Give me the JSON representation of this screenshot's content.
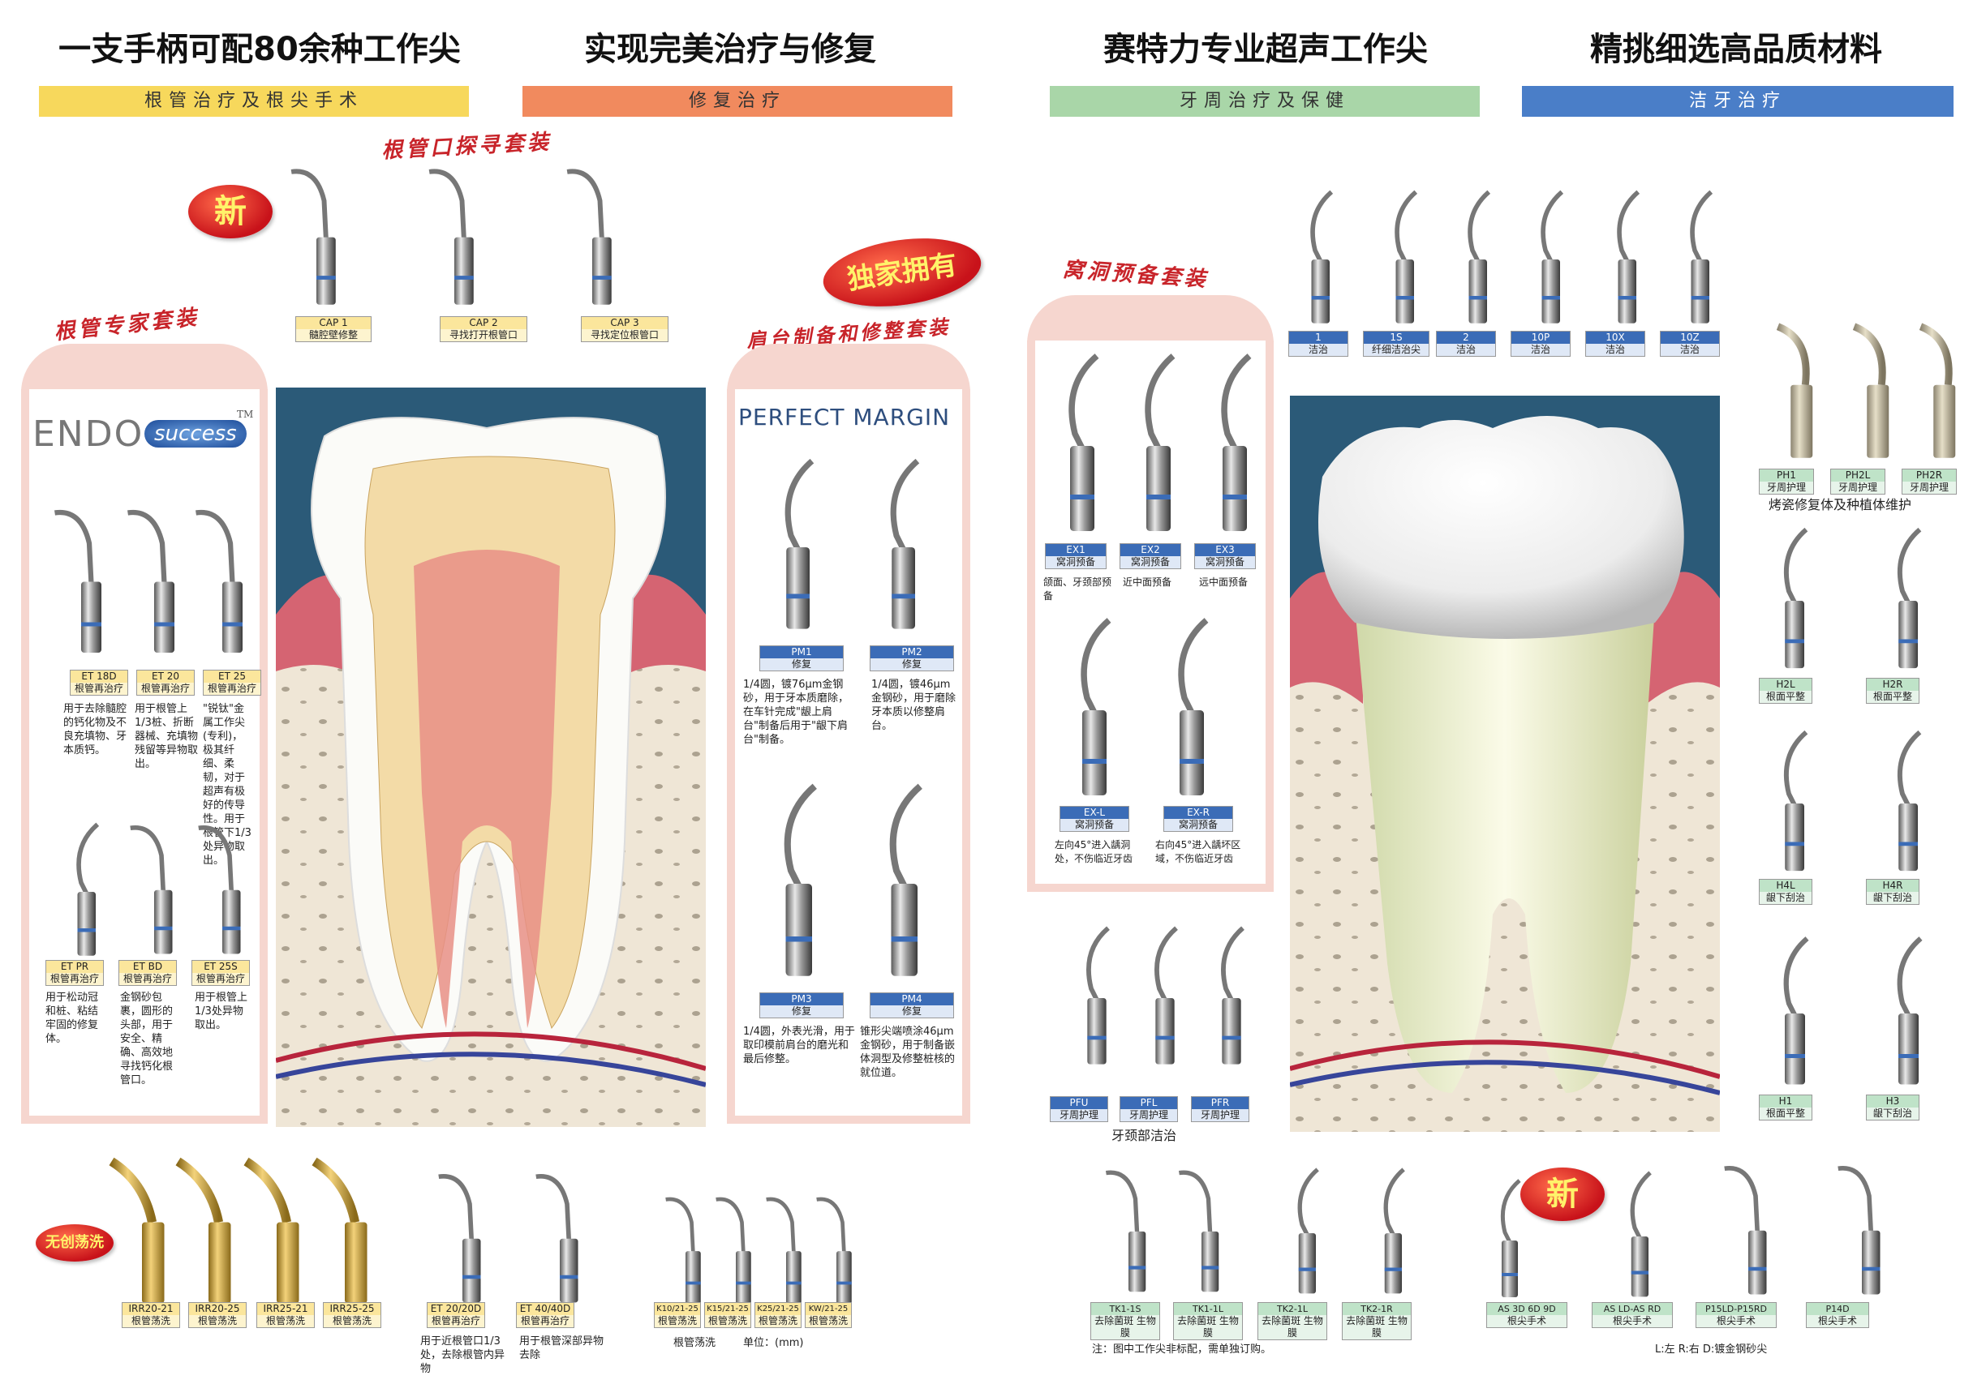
{
  "headlines": [
    "一支手柄可配80余种工作尖",
    "实现完美治疗与修复",
    "赛特力专业超声工作尖",
    "精挑细选高品质材料"
  ],
  "banners": [
    {
      "label": "根管治疗及根尖手术",
      "color": "#f7d85c"
    },
    {
      "label": "修复治疗",
      "color": "#f18a5e"
    },
    {
      "label": "牙周治疗及保健",
      "color": "#a9d6a8"
    },
    {
      "label": "洁牙治疗",
      "color": "#4a7ec8"
    }
  ],
  "sections": {
    "cap_kit": "根管口探寻套装",
    "endo_kit": "根管专家套装",
    "margin_kit": "肩台制备和修整套装",
    "cavity_kit": "窝洞预备套装"
  },
  "badges": {
    "new_1": "新",
    "exclusive": "独家拥有",
    "new_2": "新",
    "irrigation": "无创荡洗"
  },
  "brands": {
    "endo_prefix": "ENDO",
    "endo_suffix": "success",
    "tm": "TM",
    "perfect_margin": "PERFECT MARGIN"
  },
  "cap_tips": [
    {
      "code": "CAP 1",
      "desc": "髓腔壁修整"
    },
    {
      "code": "CAP 2",
      "desc": "寻找打开根管口"
    },
    {
      "code": "CAP 3",
      "desc": "寻找定位根管口"
    }
  ],
  "endo_tips_top": [
    {
      "code": "ET 18D",
      "desc": "根管再治疗",
      "text": "用于去除髓腔的钙化物及不良充填物、牙本质钙。"
    },
    {
      "code": "ET 20",
      "desc": "根管再治疗",
      "text": "用于根管上1/3桩、折断器械、充填物残留等异物取出。"
    },
    {
      "code": "ET 25",
      "desc": "根管再治疗",
      "text": "\"锐钛\"金属工作尖(专利)，极其纤细、柔韧，对于超声有极好的传导性。用于根管下1/3处异物取出。"
    }
  ],
  "endo_tips_bottom": [
    {
      "code": "ET PR",
      "desc": "根管再治疗",
      "text": "用于松动冠和桩、粘结牢固的修复体。"
    },
    {
      "code": "ET BD",
      "desc": "根管再治疗",
      "text": "金钢砂包裹，圆形的头部，用于安全、精确、高效地寻找钙化根管口。"
    },
    {
      "code": "ET 25S",
      "desc": "根管再治疗",
      "text": "用于根管上1/3处异物取出。"
    }
  ],
  "pm_tips": [
    {
      "code": "PM1",
      "desc": "修复",
      "text": "1/4圆，镀76μm金钢砂，用于牙本质磨除，在车针完成\"龈上肩台\"制备后用于\"龈下肩台\"制备。"
    },
    {
      "code": "PM2",
      "desc": "修复",
      "text": "1/4圆，镀46μm金钢砂，用于磨除牙本质以修整肩台。"
    },
    {
      "code": "PM3",
      "desc": "修复",
      "text": "1/4圆，外表光滑，用于取印模前肩台的磨光和最后修整。"
    },
    {
      "code": "PM4",
      "desc": "修复",
      "text": "锥形尖端喷涂46μm金钢砂，用于制备嵌体洞型及修整桩核的就位道。"
    }
  ],
  "irr_tips": [
    {
      "code": "IRR20-21",
      "desc": "根管荡洗"
    },
    {
      "code": "IRR20-25",
      "desc": "根管荡洗"
    },
    {
      "code": "IRR25-21",
      "desc": "根管荡洗"
    },
    {
      "code": "IRR25-25",
      "desc": "根管荡洗"
    }
  ],
  "et_file_tips": [
    {
      "code": "ET 20/20D",
      "desc": "根管再治疗",
      "text": "用于近根管口1/3处，去除根管内异物"
    },
    {
      "code": "ET 40/40D",
      "desc": "根管再治疗",
      "text": "用于根管深部异物去除"
    }
  ],
  "k_tips": [
    {
      "code": "K10/21-25",
      "desc": "根管荡洗"
    },
    {
      "code": "K15/21-25",
      "desc": "根管荡洗"
    },
    {
      "code": "K25/21-25",
      "desc": "根管荡洗"
    },
    {
      "code": "KW/21-25",
      "desc": "根管荡洗"
    }
  ],
  "k_caption": "根管荡洗",
  "unit_note": "单位：(mm)",
  "scaling_tips": [
    {
      "code": "1",
      "desc": "洁治"
    },
    {
      "code": "1S",
      "desc": "纤细洁治尖"
    },
    {
      "code": "2",
      "desc": "洁治"
    },
    {
      "code": "10P",
      "desc": "洁治"
    },
    {
      "code": "10X",
      "desc": "洁治"
    },
    {
      "code": "10Z",
      "desc": "洁治"
    }
  ],
  "ex_tips": [
    {
      "code": "EX1",
      "desc": "窝洞预备",
      "text": "颌面、牙颈部预备"
    },
    {
      "code": "EX2",
      "desc": "窝洞预备",
      "text": "近中面预备"
    },
    {
      "code": "EX3",
      "desc": "窝洞预备",
      "text": "远中面预备"
    },
    {
      "code": "EX-L",
      "desc": "窝洞预备",
      "text": "左向45°进入龋洞处，不伤临近牙齿"
    },
    {
      "code": "EX-R",
      "desc": "窝洞预备",
      "text": "右向45°进入龋坏区域，不伤临近牙齿"
    }
  ],
  "pf_tips": [
    {
      "code": "PFU",
      "desc": "牙周护理"
    },
    {
      "code": "PFL",
      "desc": "牙周护理"
    },
    {
      "code": "PFR",
      "desc": "牙周护理"
    }
  ],
  "pf_caption": "牙颈部洁治",
  "ph_tips": [
    {
      "code": "PH1",
      "desc": "牙周护理"
    },
    {
      "code": "PH2L",
      "desc": "牙周护理"
    },
    {
      "code": "PH2R",
      "desc": "牙周护理"
    }
  ],
  "ph_caption": "烤瓷修复体及种植体维护",
  "h_tips": [
    {
      "code": "H2L",
      "desc": "根面平整"
    },
    {
      "code": "H2R",
      "desc": "根面平整"
    },
    {
      "code": "H4L",
      "desc": "龈下刮治"
    },
    {
      "code": "H4R",
      "desc": "龈下刮治"
    },
    {
      "code": "H1",
      "desc": "根面平整"
    },
    {
      "code": "H3",
      "desc": "龈下刮治"
    }
  ],
  "tk_tips": [
    {
      "code": "TK1-1S",
      "desc": "去除菌斑 生物膜"
    },
    {
      "code": "TK1-1L",
      "desc": "去除菌斑 生物膜"
    },
    {
      "code": "TK2-1L",
      "desc": "去除菌斑 生物膜"
    },
    {
      "code": "TK2-1R",
      "desc": "去除菌斑 生物膜"
    }
  ],
  "tk_note": "注：图中工作尖非标配，需单独订购。",
  "as_tips": [
    {
      "code": "AS 3D 6D 9D",
      "desc": "根尖手术"
    },
    {
      "code": "AS LD-AS RD",
      "desc": "根尖手术"
    },
    {
      "code": "P15LD-P15RD",
      "desc": "根尖手术"
    },
    {
      "code": "P14D",
      "desc": "根尖手术"
    }
  ],
  "as_note": "L:左 R:右 D:镀金钢砂尖"
}
